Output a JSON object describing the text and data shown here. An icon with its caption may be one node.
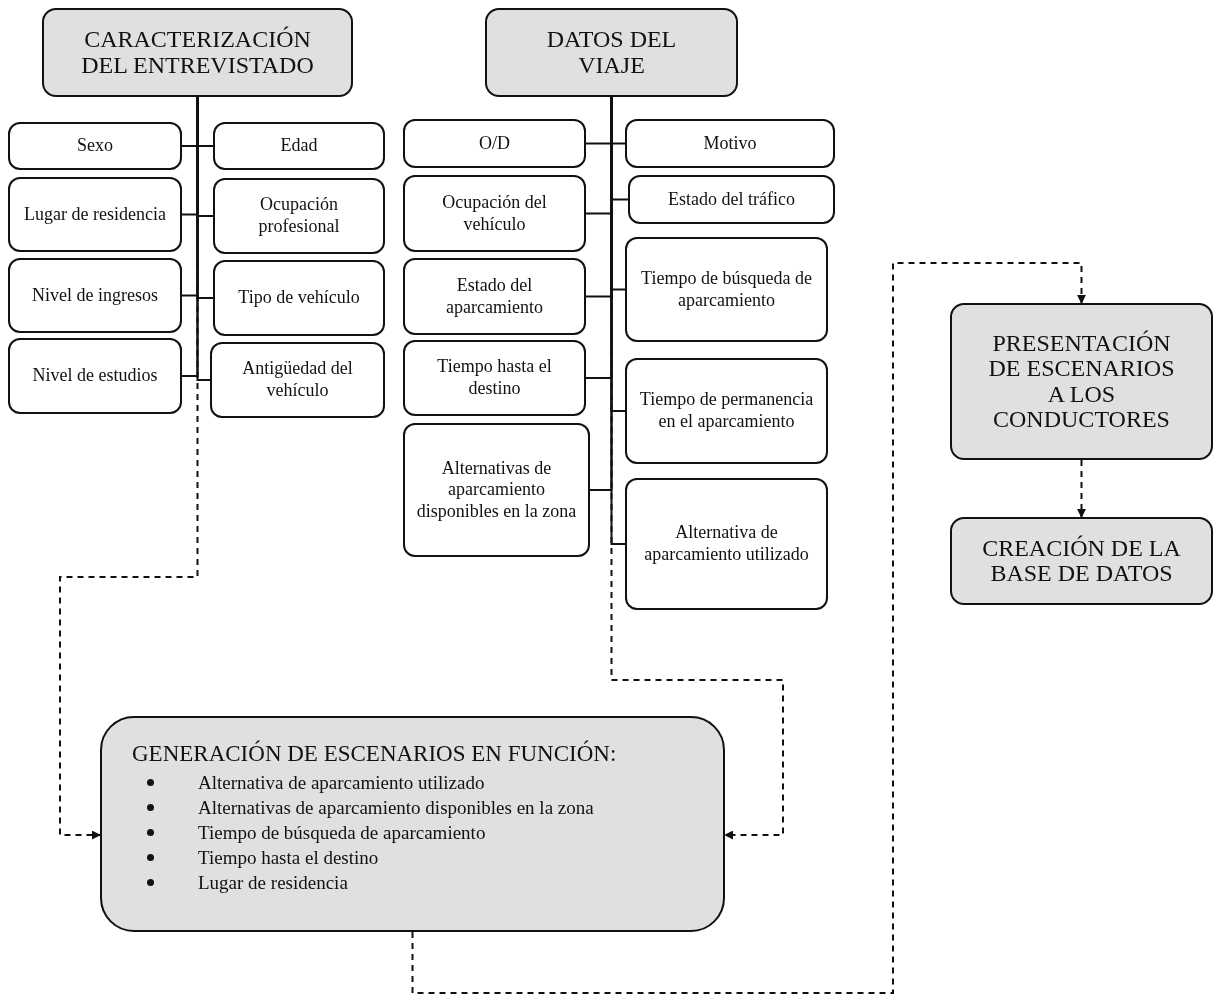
{
  "diagram": {
    "nodes": [
      {
        "text": [
          "CARACTERIZACIÓN DEL ENTREVISTADO"
        ]
      },
      {
        "text": [
          "Sexo"
        ]
      },
      {
        "text": [
          "Edad"
        ]
      },
      {
        "text": [
          "Lugar de residencia"
        ]
      },
      {
        "text": [
          "Ocupación profesional"
        ]
      },
      {
        "text": [
          "Nivel de ingresos"
        ]
      },
      {
        "text": [
          "Tipo de vehículo"
        ]
      },
      {
        "text": [
          "Nivel de estudios"
        ]
      },
      {
        "text": [
          "Antigüedad del vehículo"
        ]
      },
      {
        "text": [
          "DATOS DEL VIAJE"
        ]
      },
      {
        "text": [
          "O/D"
        ]
      },
      {
        "text": [
          "Motivo"
        ]
      },
      {
        "text": [
          "Ocupación del vehículo"
        ]
      },
      {
        "text": [
          "Estado del tráfico"
        ]
      },
      {
        "text": [
          "Estado del aparcamiento"
        ]
      },
      {
        "text": [
          "Tiempo de búsqueda de aparcamiento"
        ]
      },
      {
        "text": [
          "Tiempo hasta el destino"
        ]
      },
      {
        "text": [
          "Tiempo de permanencia en el aparcamiento"
        ]
      },
      {
        "text": [
          "Alternativas de aparcamiento disponibles en la zona"
        ]
      },
      {
        "text": [
          "Alternativa de aparcamiento utilizado"
        ]
      },
      {
        "text": [
          "PRESENTACIÓN DE ESCENARIOS A LOS CONDUCTORES"
        ]
      },
      {
        "text": [
          "CREACIÓN DE LA BASE DE DATOS"
        ]
      },
      {
        "text": [
          "GENERACIÓN DE ESCENARIOS EN FUNCIÓN:",
          "Alternativa de aparcamiento utilizado",
          "Alternativas de aparcamiento disponibles en la zona",
          "Tiempo de búsqueda de aparcamiento",
          "Tiempo hasta el destino",
          "Lugar de residencia"
        ]
      }
    ],
    "edges": [
      {
        "from": 0,
        "to": 1,
        "arrow": "none"
      },
      {
        "from": 0,
        "to": 2,
        "arrow": "none"
      },
      {
        "from": 0,
        "to": 3,
        "arrow": "none"
      },
      {
        "from": 0,
        "to": 4,
        "arrow": "none"
      },
      {
        "from": 0,
        "to": 5,
        "arrow": "none"
      },
      {
        "from": 0,
        "to": 6,
        "arrow": "none"
      },
      {
        "from": 0,
        "to": 7,
        "arrow": "none"
      },
      {
        "from": 0,
        "to": 8,
        "arrow": "none"
      },
      {
        "from": 9,
        "to": 10,
        "arrow": "none"
      },
      {
        "from": 9,
        "to": 11,
        "arrow": "none"
      },
      {
        "from": 9,
        "to": 12,
        "arrow": "none"
      },
      {
        "from": 9,
        "to": 13,
        "arrow": "none"
      },
      {
        "from": 9,
        "to": 14,
        "arrow": "none"
      },
      {
        "from": 9,
        "to": 15,
        "arrow": "none"
      },
      {
        "from": 9,
        "to": 16,
        "arrow": "none"
      },
      {
        "from": 9,
        "to": 17,
        "arrow": "none"
      },
      {
        "from": 9,
        "to": 18,
        "arrow": "none"
      },
      {
        "from": 9,
        "to": 19,
        "arrow": "none"
      },
      {
        "from": 0,
        "to": 22,
        "arrow": "to",
        "style": "dashed"
      },
      {
        "from": 9,
        "to": 22,
        "arrow": "to",
        "style": "dashed"
      },
      {
        "from": 22,
        "to": 20,
        "arrow": "to",
        "style": "dashed"
      },
      {
        "from": 20,
        "to": 21,
        "arrow": "to",
        "style": "dashed"
      }
    ]
  }
}
